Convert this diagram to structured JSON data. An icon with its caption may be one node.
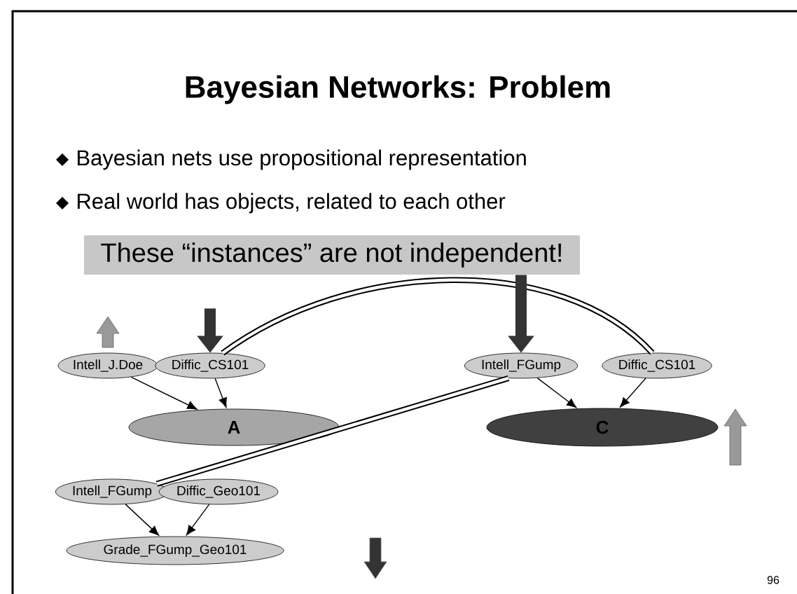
{
  "diagram": {
    "title": "Bayesian Networks: Problem",
    "nodes": [
      {
        "text": [
          "These “instances” are not independent!"
        ]
      },
      {
        "text": [
          "Intell_J.Doe"
        ]
      },
      {
        "text": [
          "Diffic_CS101"
        ]
      },
      {
        "text": [
          "Intell_FGump"
        ]
      },
      {
        "text": [
          "Diffic_CS101"
        ]
      },
      {
        "text": [
          "A"
        ]
      },
      {
        "text": [
          "C"
        ]
      },
      {
        "text": [
          "Intell_FGump"
        ]
      },
      {
        "text": [
          "Diffic_Geo101"
        ]
      },
      {
        "text": [
          "Grade_FGump_Geo101"
        ]
      }
    ],
    "edges": [
      {
        "from": 1,
        "to": 5,
        "arrow": "to"
      },
      {
        "from": 2,
        "to": 5,
        "arrow": "to"
      },
      {
        "from": 3,
        "to": 6,
        "arrow": "to"
      },
      {
        "from": 4,
        "to": 6,
        "arrow": "to"
      },
      {
        "from": 7,
        "to": 9,
        "arrow": "to"
      },
      {
        "from": 8,
        "to": 9,
        "arrow": "to"
      },
      {
        "from": 2,
        "to": 4,
        "arrow": "none",
        "style": "thick"
      },
      {
        "from": 3,
        "to": 7,
        "arrow": "none",
        "style": "thick"
      },
      {
        "from": 0,
        "to": 2,
        "arrow": "to",
        "style": "thick"
      },
      {
        "from": 0,
        "to": 3,
        "arrow": "to",
        "style": "thick"
      }
    ],
    "labels": [
      "Bayesian nets use propositional representation",
      "Real world has objects, related to each other",
      "96"
    ]
  }
}
